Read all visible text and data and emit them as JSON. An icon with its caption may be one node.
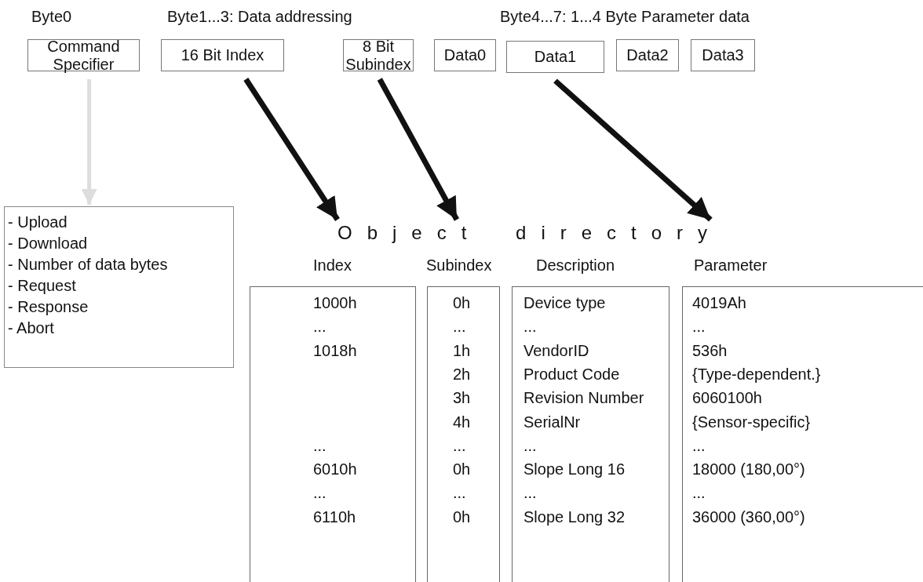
{
  "diagram": {
    "nodes": [
      {
        "text": [
          "Command Specifier"
        ],
        "beside": [
          "Byte0"
        ]
      },
      {
        "text": [
          "16 Bit Index"
        ]
      },
      {
        "text": [
          "8 Bit Subindex"
        ]
      },
      {
        "text": [
          "Data0"
        ]
      },
      {
        "text": [
          "Data1"
        ]
      },
      {
        "text": [
          "Data2"
        ]
      },
      {
        "text": [
          "Data3"
        ]
      },
      {
        "text": [
          "- Upload",
          "- Download",
          "- Number of data bytes",
          "- Request",
          "- Response",
          "- Abort"
        ]
      },
      {
        "text": [
          "Object directory"
        ]
      },
      {
        "text": [
          "Index",
          "1000h",
          "...",
          "1018h",
          "...",
          "6010h",
          "...",
          "6110h"
        ]
      },
      {
        "text": [
          "Subindex",
          "0h",
          "...",
          "1h",
          "2h",
          "3h",
          "4h",
          "...",
          "0h",
          "...",
          "0h"
        ]
      },
      {
        "text": [
          "Description",
          "Device type",
          "...",
          "VendorID",
          "Product Code",
          "Revision Number",
          "SerialNr",
          "...",
          "Slope Long 16",
          "...",
          "Slope Long 32"
        ]
      },
      {
        "text": [
          "Parameter",
          "4019Ah",
          "...",
          "536h",
          "{Type-dependent.}",
          "6060100h",
          "{Sensor-specific}",
          "...",
          "18000 (180,00°)",
          "...",
          "36000 (360,00°)"
        ]
      }
    ],
    "edges": [
      {
        "from": 0,
        "to": 7,
        "arrow": "to",
        "color": "#dddddd"
      },
      {
        "from": 1,
        "to": 8,
        "arrow": "to"
      },
      {
        "from": 2,
        "to": 8,
        "arrow": "to"
      },
      {
        "from": 4,
        "to": 8,
        "arrow": "to"
      }
    ],
    "labels": [
      "Byte1...3: Data addressing",
      "Byte4...7: 1...4 Byte Parameter data"
    ]
  }
}
